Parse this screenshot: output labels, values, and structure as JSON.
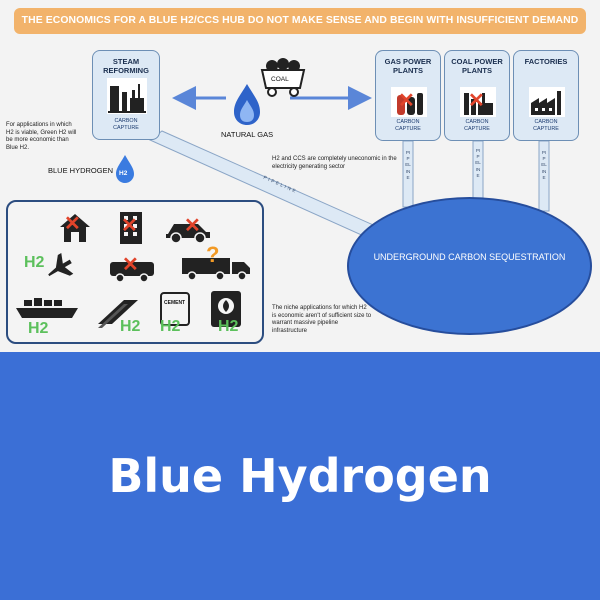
{
  "banner": "THE ECONOMICS FOR A BLUE H2/CCS HUB DO NOT MAKE SENSE AND BEGIN WITH INSUFFICIENT DEMAND",
  "steam": {
    "title": "STEAM REFORMING",
    "sub": "CARBON CAPTURE"
  },
  "coal_label": "COAL",
  "natural_gas_label": "NATURAL GAS",
  "gas_plants": {
    "title": "GAS POWER PLANTS",
    "sub": "CARBON CAPTURE"
  },
  "coal_plants": {
    "title": "COAL POWER PLANTS",
    "sub": "CARBON CAPTURE"
  },
  "factories": {
    "title": "FACTORIES",
    "sub": "CARBON CAPTURE"
  },
  "note_green": "For applications in which H2 is viable, Green H2 will be more economic than Blue H2.",
  "blue_hydrogen_label": "BLUE HYDROGEN",
  "h2_badge": "H2",
  "note_ccs": "H2 and CCS are completely uneconomic in the electricity generating sector",
  "pipeline_label": "PIPELINE",
  "sequestration": "UNDERGROUND CARBON SEQUESTRATION",
  "note_niche": "The niche applications for which H2 is economic aren't of sufficient size to warrant massive pipeline infrastructure",
  "h2_tag": "H2",
  "cement_label": "CEMENT",
  "question_mark": "?",
  "footer_title": "Blue Hydrogen",
  "colors": {
    "banner": "#f2b36b",
    "box_fill": "#dde9f5",
    "sequestration": "#3c73d2",
    "footer": "#3b6fd6",
    "h2_green": "#5cc05c",
    "x_red": "#e1442b"
  }
}
